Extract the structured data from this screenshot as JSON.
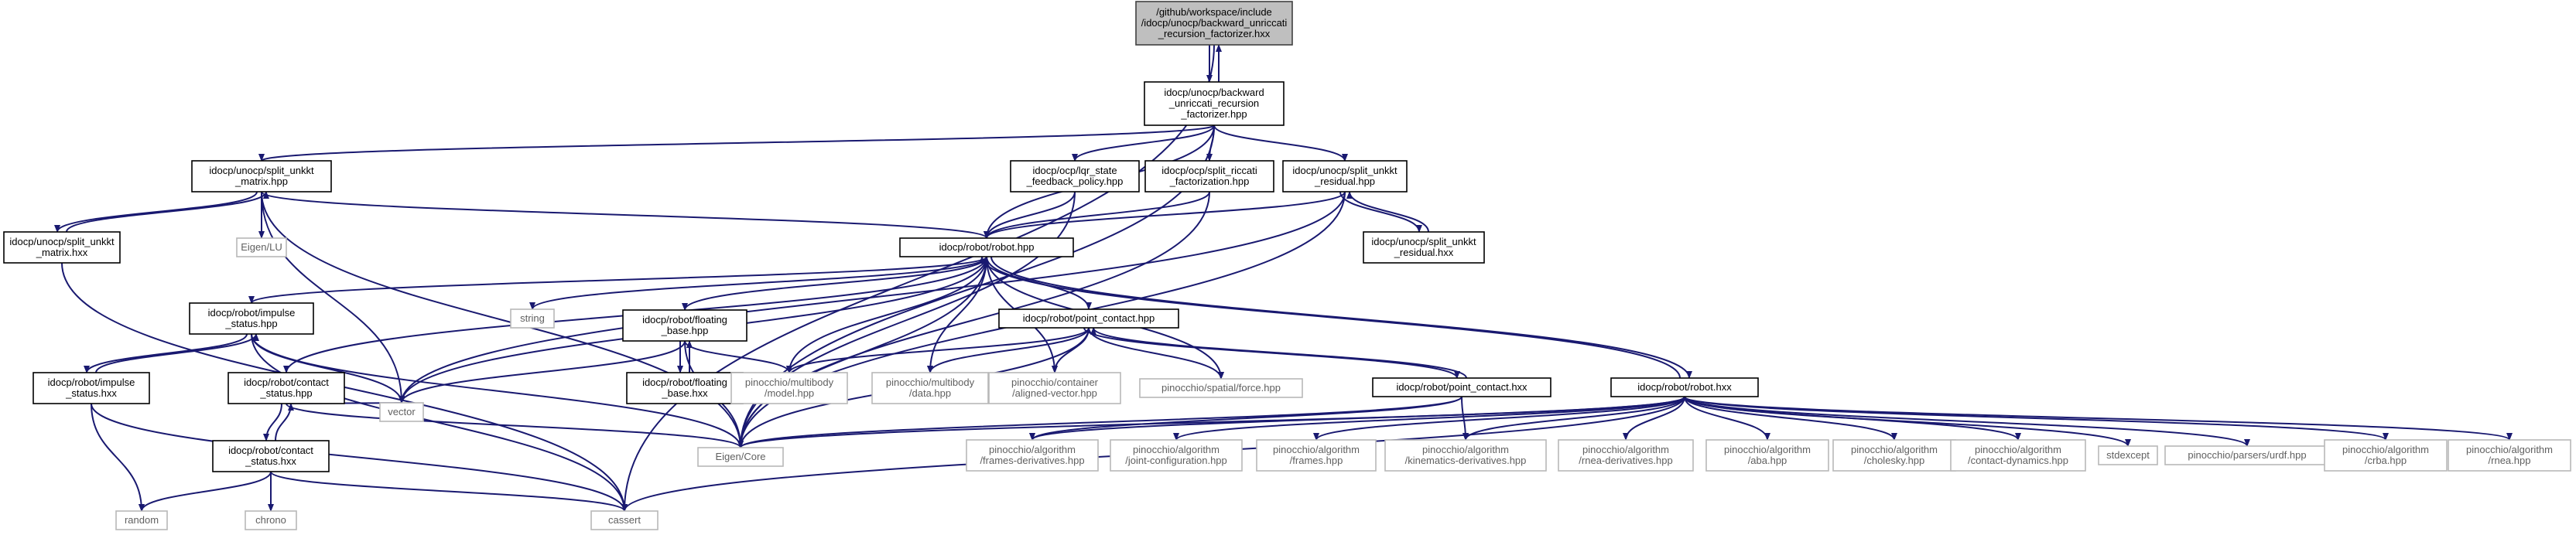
{
  "diagram": {
    "nodes": [
      {
        "id": "n0",
        "label": "/github/workspace/include\n/idocp/unocp/backward_unriccati\n_recursion_factorizer.hxx",
        "kind": "root"
      },
      {
        "id": "n1",
        "label": "idocp/unocp/backward\n_unriccati_recursion\n_factorizer.hpp",
        "kind": "local"
      },
      {
        "id": "n2",
        "label": "idocp/unocp/split_unkkt\n_matrix.hpp",
        "kind": "local"
      },
      {
        "id": "n3",
        "label": "idocp/ocp/lqr_state\n_feedback_policy.hpp",
        "kind": "local"
      },
      {
        "id": "n4",
        "label": "idocp/ocp/split_riccati\n_factorization.hpp",
        "kind": "local"
      },
      {
        "id": "n5",
        "label": "idocp/unocp/split_unkkt\n_residual.hpp",
        "kind": "local"
      },
      {
        "id": "n6",
        "label": "idocp/unocp/split_unkkt\n_matrix.hxx",
        "kind": "local"
      },
      {
        "id": "n7",
        "label": "Eigen/LU",
        "kind": "external"
      },
      {
        "id": "n8",
        "label": "idocp/robot/robot.hpp",
        "kind": "local"
      },
      {
        "id": "n9",
        "label": "idocp/unocp/split_unkkt\n_residual.hxx",
        "kind": "local"
      },
      {
        "id": "n10",
        "label": "idocp/robot/impulse\n_status.hpp",
        "kind": "local"
      },
      {
        "id": "n11",
        "label": "string",
        "kind": "external"
      },
      {
        "id": "n12",
        "label": "idocp/robot/floating\n_base.hpp",
        "kind": "local"
      },
      {
        "id": "n13",
        "label": "idocp/robot/point_contact.hpp",
        "kind": "local"
      },
      {
        "id": "n14",
        "label": "idocp/robot/impulse\n_status.hxx",
        "kind": "local"
      },
      {
        "id": "n15",
        "label": "idocp/robot/contact\n_status.hpp",
        "kind": "local"
      },
      {
        "id": "n16",
        "label": "idocp/robot/floating\n_base.hxx",
        "kind": "local"
      },
      {
        "id": "n17",
        "label": "pinocchio/multibody\n/model.hpp",
        "kind": "external"
      },
      {
        "id": "n18",
        "label": "pinocchio/multibody\n/data.hpp",
        "kind": "external"
      },
      {
        "id": "n19",
        "label": "pinocchio/container\n/aligned-vector.hpp",
        "kind": "external"
      },
      {
        "id": "n20",
        "label": "pinocchio/spatial/force.hpp",
        "kind": "external"
      },
      {
        "id": "n21",
        "label": "idocp/robot/point_contact.hxx",
        "kind": "local"
      },
      {
        "id": "n22",
        "label": "idocp/robot/robot.hxx",
        "kind": "local"
      },
      {
        "id": "n23",
        "label": "vector",
        "kind": "external"
      },
      {
        "id": "n24",
        "label": "Eigen/Core",
        "kind": "external"
      },
      {
        "id": "n25",
        "label": "idocp/robot/contact\n_status.hxx",
        "kind": "local"
      },
      {
        "id": "n26",
        "label": "pinocchio/algorithm\n/frames-derivatives.hpp",
        "kind": "external"
      },
      {
        "id": "n27",
        "label": "pinocchio/algorithm\n/joint-configuration.hpp",
        "kind": "external"
      },
      {
        "id": "n28",
        "label": "pinocchio/algorithm\n/frames.hpp",
        "kind": "external"
      },
      {
        "id": "n29",
        "label": "pinocchio/algorithm\n/kinematics-derivatives.hpp",
        "kind": "external"
      },
      {
        "id": "n30",
        "label": "pinocchio/algorithm\n/rnea-derivatives.hpp",
        "kind": "external"
      },
      {
        "id": "n31",
        "label": "pinocchio/algorithm\n/aba.hpp",
        "kind": "external"
      },
      {
        "id": "n32",
        "label": "pinocchio/algorithm\n/cholesky.hpp",
        "kind": "external"
      },
      {
        "id": "n33",
        "label": "pinocchio/algorithm\n/contact-dynamics.hpp",
        "kind": "external"
      },
      {
        "id": "n34",
        "label": "stdexcept",
        "kind": "external"
      },
      {
        "id": "n35",
        "label": "pinocchio/parsers/urdf.hpp",
        "kind": "external"
      },
      {
        "id": "n36",
        "label": "pinocchio/algorithm\n/crba.hpp",
        "kind": "external"
      },
      {
        "id": "n37",
        "label": "pinocchio/algorithm\n/rnea.hpp",
        "kind": "external"
      },
      {
        "id": "n38",
        "label": "random",
        "kind": "external"
      },
      {
        "id": "n39",
        "label": "chrono",
        "kind": "external"
      },
      {
        "id": "n40",
        "label": "cassert",
        "kind": "external"
      }
    ],
    "edges": [
      [
        "n0",
        "n1"
      ],
      [
        "n1",
        "n0"
      ],
      [
        "n0",
        "n40"
      ],
      [
        "n1",
        "n2"
      ],
      [
        "n1",
        "n3"
      ],
      [
        "n1",
        "n4"
      ],
      [
        "n1",
        "n5"
      ],
      [
        "n1",
        "n8"
      ],
      [
        "n1",
        "n24"
      ],
      [
        "n2",
        "n6"
      ],
      [
        "n6",
        "n2"
      ],
      [
        "n2",
        "n7"
      ],
      [
        "n2",
        "n8"
      ],
      [
        "n2",
        "n23"
      ],
      [
        "n2",
        "n24"
      ],
      [
        "n6",
        "n40"
      ],
      [
        "n3",
        "n8"
      ],
      [
        "n3",
        "n24"
      ],
      [
        "n4",
        "n8"
      ],
      [
        "n4",
        "n24"
      ],
      [
        "n5",
        "n9"
      ],
      [
        "n9",
        "n5"
      ],
      [
        "n5",
        "n8"
      ],
      [
        "n5",
        "n23"
      ],
      [
        "n5",
        "n24"
      ],
      [
        "n8",
        "n10"
      ],
      [
        "n8",
        "n11"
      ],
      [
        "n8",
        "n12"
      ],
      [
        "n8",
        "n13"
      ],
      [
        "n8",
        "n15"
      ],
      [
        "n8",
        "n17"
      ],
      [
        "n8",
        "n18"
      ],
      [
        "n8",
        "n19"
      ],
      [
        "n8",
        "n20"
      ],
      [
        "n8",
        "n22"
      ],
      [
        "n22",
        "n8"
      ],
      [
        "n8",
        "n23"
      ],
      [
        "n8",
        "n24"
      ],
      [
        "n10",
        "n14"
      ],
      [
        "n14",
        "n10"
      ],
      [
        "n10",
        "n23"
      ],
      [
        "n10",
        "n24"
      ],
      [
        "n10",
        "n40"
      ],
      [
        "n14",
        "n38"
      ],
      [
        "n14",
        "n40"
      ],
      [
        "n15",
        "n25"
      ],
      [
        "n25",
        "n15"
      ],
      [
        "n15",
        "n23"
      ],
      [
        "n15",
        "n24"
      ],
      [
        "n25",
        "n38"
      ],
      [
        "n25",
        "n39"
      ],
      [
        "n25",
        "n40"
      ],
      [
        "n12",
        "n16"
      ],
      [
        "n16",
        "n12"
      ],
      [
        "n12",
        "n17"
      ],
      [
        "n12",
        "n24"
      ],
      [
        "n12",
        "n23"
      ],
      [
        "n13",
        "n21"
      ],
      [
        "n21",
        "n13"
      ],
      [
        "n13",
        "n17"
      ],
      [
        "n13",
        "n18"
      ],
      [
        "n13",
        "n19"
      ],
      [
        "n13",
        "n20"
      ],
      [
        "n13",
        "n24"
      ],
      [
        "n21",
        "n24"
      ],
      [
        "n21",
        "n26"
      ],
      [
        "n21",
        "n29"
      ],
      [
        "n22",
        "n24"
      ],
      [
        "n22",
        "n26"
      ],
      [
        "n22",
        "n27"
      ],
      [
        "n22",
        "n28"
      ],
      [
        "n22",
        "n29"
      ],
      [
        "n22",
        "n30"
      ],
      [
        "n22",
        "n31"
      ],
      [
        "n22",
        "n32"
      ],
      [
        "n22",
        "n33"
      ],
      [
        "n22",
        "n34"
      ],
      [
        "n22",
        "n35"
      ],
      [
        "n22",
        "n36"
      ],
      [
        "n22",
        "n37"
      ],
      [
        "n22",
        "n40"
      ]
    ]
  }
}
